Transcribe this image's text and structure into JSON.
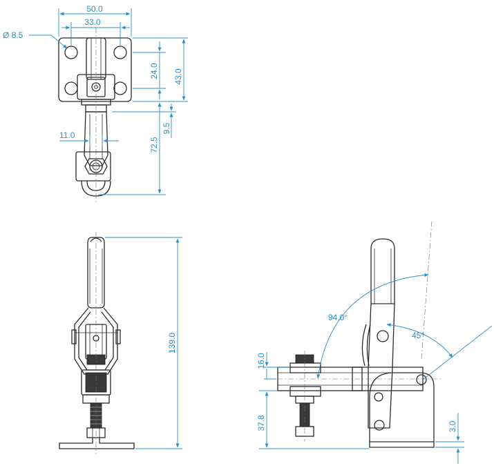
{
  "colors": {
    "dimension": "#2a8fd0",
    "part": "#2a2a2a"
  },
  "dimensions": {
    "top_width": "50.0",
    "hole_spacing_x": "33.0",
    "hole_diameter": "Ø 8.5",
    "hole_spacing_y": "24.0",
    "base_height": "43.0",
    "offset": "9.5",
    "reach": "72.5",
    "spindle_width": "11.0",
    "total_height": "139.0",
    "open_angle": "94.0°",
    "handle_angle": "45°",
    "arm_thickness": "16.0",
    "spindle_height": "37.8",
    "base_thickness": "3.0"
  }
}
